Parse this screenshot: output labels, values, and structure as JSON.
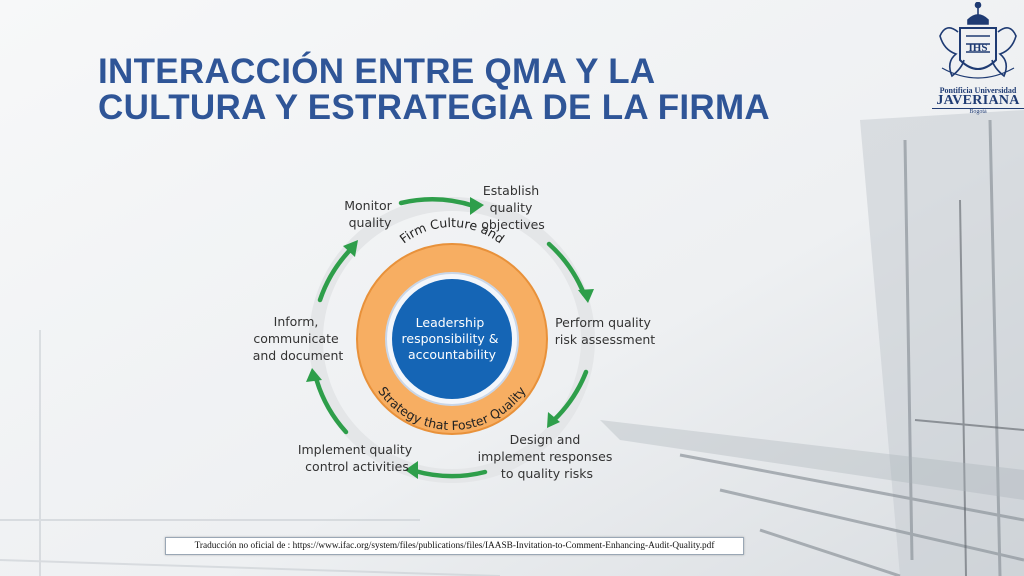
{
  "slide": {
    "title_lines": [
      "INTERACCIÓN ENTRE QMA  Y LA",
      "CULTURA  Y ESTRATEGIA DE LA FIRMA"
    ],
    "logo": {
      "line1": "Pontificia Universidad",
      "line2": "JAVERIANA",
      "line3": "Bogotá"
    },
    "footnote": "Traducción no oficial de : https://www.ifac.org/system/files/publications/files/IAASB-Invitation-to-Comment-Enhancing-Audit-Quality.pdf"
  },
  "diagram": {
    "cycle_steps": [
      {
        "lines": [
          "Monitor",
          "quality"
        ]
      },
      {
        "lines": [
          "Establish",
          "quality",
          "objectives"
        ]
      },
      {
        "lines": [
          "Perform quality",
          "risk assessment"
        ]
      },
      {
        "lines": [
          "Design and",
          "implement responses",
          "to quality risks"
        ]
      },
      {
        "lines": [
          "Implement quality",
          "control activities"
        ]
      },
      {
        "lines": [
          "Inform,",
          "communicate",
          "and document"
        ]
      }
    ],
    "ring_top_text": "Firm Culture and",
    "ring_bottom_text": "Strategy that Foster Quality",
    "center_lines": [
      "Leadership",
      "responsibility &",
      "accountability"
    ],
    "colors": {
      "title": "#2f5597",
      "arrow": "#2e9e4a",
      "orange_ring": "#f7ae62",
      "inner_core": "#1565b5",
      "outer_ring": "#e4e6e8"
    }
  }
}
